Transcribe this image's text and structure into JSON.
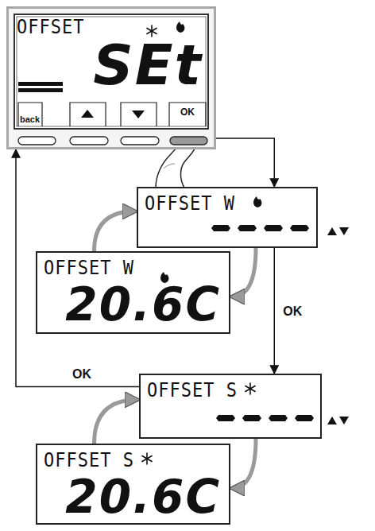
{
  "diagram": {
    "nodes": [
      {
        "text": [
          "OFFSET",
          "SEt",
          "back",
          "OK"
        ]
      },
      {
        "text": [
          "OFFSET W"
        ]
      },
      {
        "text": [
          "OFFSET W",
          "20.6C"
        ]
      },
      {
        "text": [
          "OFFSET S"
        ]
      },
      {
        "text": [
          "OFFSET S",
          "20.6C"
        ]
      }
    ],
    "edges": [
      {
        "from": 0,
        "to": 1,
        "arrow": "to"
      },
      {
        "from": 1,
        "to": 2,
        "arrow": "to"
      },
      {
        "from": 2,
        "to": 1,
        "arrow": "to"
      },
      {
        "from": 1,
        "to": 3,
        "label": "OK",
        "arrow": "to"
      },
      {
        "from": 3,
        "to": 4,
        "arrow": "to"
      },
      {
        "from": 4,
        "to": 3,
        "arrow": "to"
      },
      {
        "from": 3,
        "to": 0,
        "label": "OK",
        "arrow": "to"
      }
    ]
  }
}
